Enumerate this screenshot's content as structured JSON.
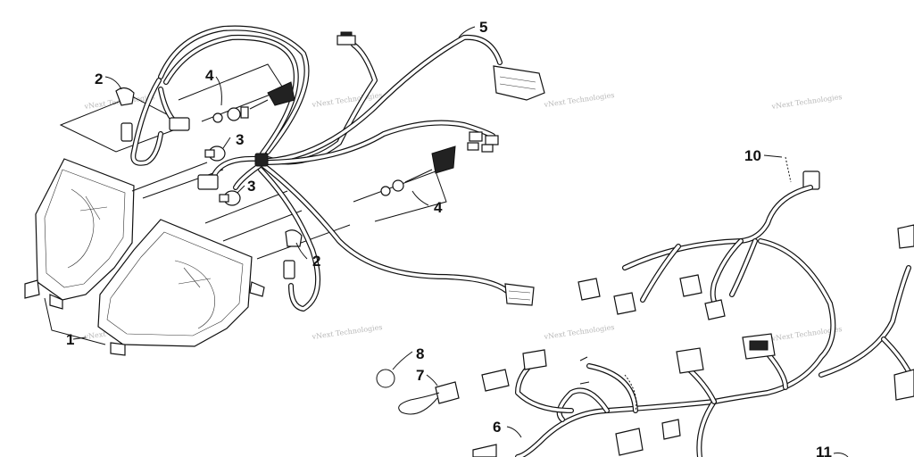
{
  "diagram": {
    "callouts": [
      {
        "id": "c1",
        "text": "1"
      },
      {
        "id": "c2a",
        "text": "2"
      },
      {
        "id": "c2b",
        "text": "2"
      },
      {
        "id": "c3a",
        "text": "3"
      },
      {
        "id": "c3b",
        "text": "3"
      },
      {
        "id": "c4a",
        "text": "4"
      },
      {
        "id": "c4b",
        "text": "4"
      },
      {
        "id": "c5",
        "text": "5"
      },
      {
        "id": "c6",
        "text": "6"
      },
      {
        "id": "c7",
        "text": "7"
      },
      {
        "id": "c8",
        "text": "8"
      },
      {
        "id": "c10",
        "text": "10"
      },
      {
        "id": "c11",
        "text": "11"
      }
    ],
    "watermark": "vNext Technologies"
  }
}
